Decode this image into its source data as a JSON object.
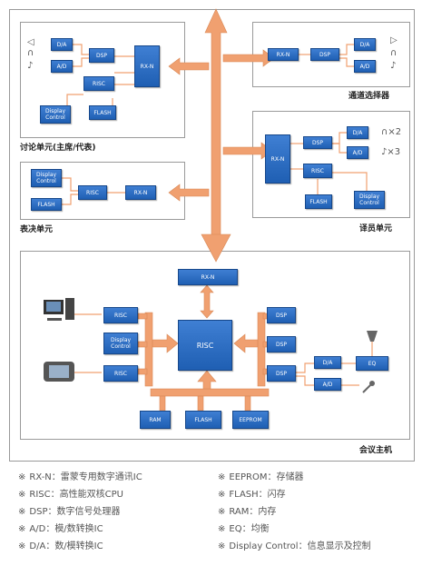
{
  "units": {
    "discussion": {
      "title": "讨论单元(主席/代表)"
    },
    "channel": {
      "title": "通道选择器"
    },
    "interpreter": {
      "title": "译员单元"
    },
    "vote": {
      "title": "表决单元"
    },
    "host": {
      "title": "会议主机"
    }
  },
  "blocks": {
    "da": "D/A",
    "ad": "A/D",
    "dsp": "DSP",
    "rxn": "RX-N",
    "risc": "RISC",
    "flash": "FLASH",
    "display": "Display Control",
    "ram": "RAM",
    "eeprom": "EEPROM",
    "eq": "EQ"
  },
  "multipliers": {
    "x2": "×2",
    "x3": "×3"
  },
  "legend": [
    {
      "mark": "※",
      "term": "RX-N",
      "desc": "雷蒙专用数字通讯IC"
    },
    {
      "mark": "※",
      "term": "RISC",
      "desc": "高性能双核CPU"
    },
    {
      "mark": "※",
      "term": "DSP",
      "desc": "数字信号处理器"
    },
    {
      "mark": "※",
      "term": "A/D",
      "desc": "模/数转换IC"
    },
    {
      "mark": "※",
      "term": "D/A",
      "desc": "数/模转换IC"
    },
    {
      "mark": "※",
      "term": "EEPROM",
      "desc": "存储器"
    },
    {
      "mark": "※",
      "term": "FLASH",
      "desc": "闪存"
    },
    {
      "mark": "※",
      "term": "RAM",
      "desc": "内存"
    },
    {
      "mark": "※",
      "term": "EQ",
      "desc": "均衡"
    },
    {
      "mark": "※",
      "term": "Display Control",
      "desc": "信息显示及控制"
    }
  ],
  "colors": {
    "block": "#2a6bc4",
    "bus": "#f0a070",
    "frame": "#9a9a9a"
  }
}
